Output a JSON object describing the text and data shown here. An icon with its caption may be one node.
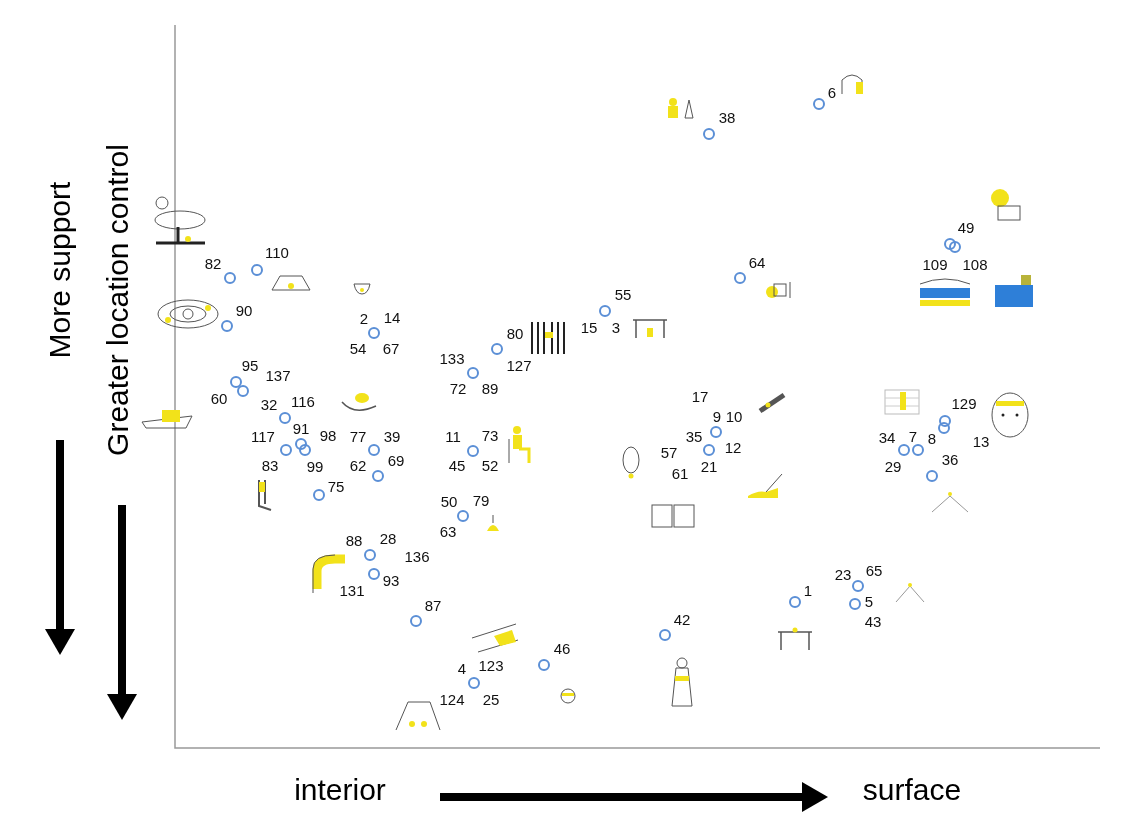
{
  "diagram": {
    "labels": [
      "More support",
      "Greater location control",
      "6",
      "38",
      "49",
      "110",
      "82",
      "64",
      "109",
      "108",
      "55",
      "90",
      "2",
      "14",
      "15",
      "3",
      "80",
      "54",
      "67",
      "95",
      "137",
      "133",
      "127",
      "60",
      "32",
      "116",
      "72",
      "89",
      "17",
      "129",
      "9",
      "10",
      "117",
      "91",
      "98",
      "77",
      "39",
      "11",
      "73",
      "57",
      "35",
      "12",
      "34",
      "7",
      "8",
      "13",
      "83",
      "99",
      "62",
      "69",
      "45",
      "52",
      "61",
      "21",
      "29",
      "36",
      "75",
      "50",
      "79",
      "63",
      "88",
      "28",
      "131",
      "93",
      "136",
      "1",
      "23",
      "5",
      "65",
      "87",
      "42",
      "43",
      "46",
      "4",
      "123",
      "124",
      "25",
      "interior",
      "surface"
    ]
  }
}
